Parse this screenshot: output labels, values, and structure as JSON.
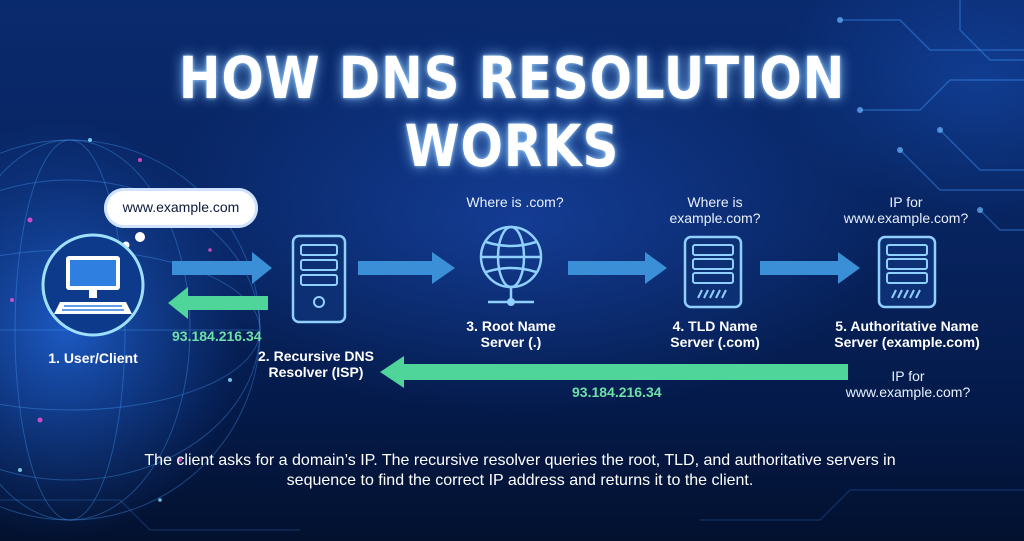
{
  "title": "HOW DNS RESOLUTION WORKS",
  "bubble_text": "www.example.com",
  "nodes": [
    {
      "label": "1. User/Client"
    },
    {
      "label": "2. Recursive DNS Resolver (ISP)"
    },
    {
      "label": "3. Root Name Server (.)",
      "query": "Where is .com?"
    },
    {
      "label": "4. TLD Name Server (.com)",
      "query": "Where is example.com?"
    },
    {
      "label": "5. Authoritative Name Server (example.com)",
      "query": "IP for www.example.com?",
      "answer_note": "IP for www.example.com?"
    }
  ],
  "return_ip_short": "93.184.216.34",
  "return_ip_long": "93.184.216.34",
  "caption": "The client asks for a domain’s IP. The recursive resolver queries the root, TLD, and authoritative servers in sequence to find the correct IP address and returns it to the client.",
  "colors": {
    "request_arrow": "#3b8fd6",
    "response_arrow": "#4fd49a",
    "ip_text": "#6ee0a8",
    "icon_glow": "#8fd0ff"
  }
}
